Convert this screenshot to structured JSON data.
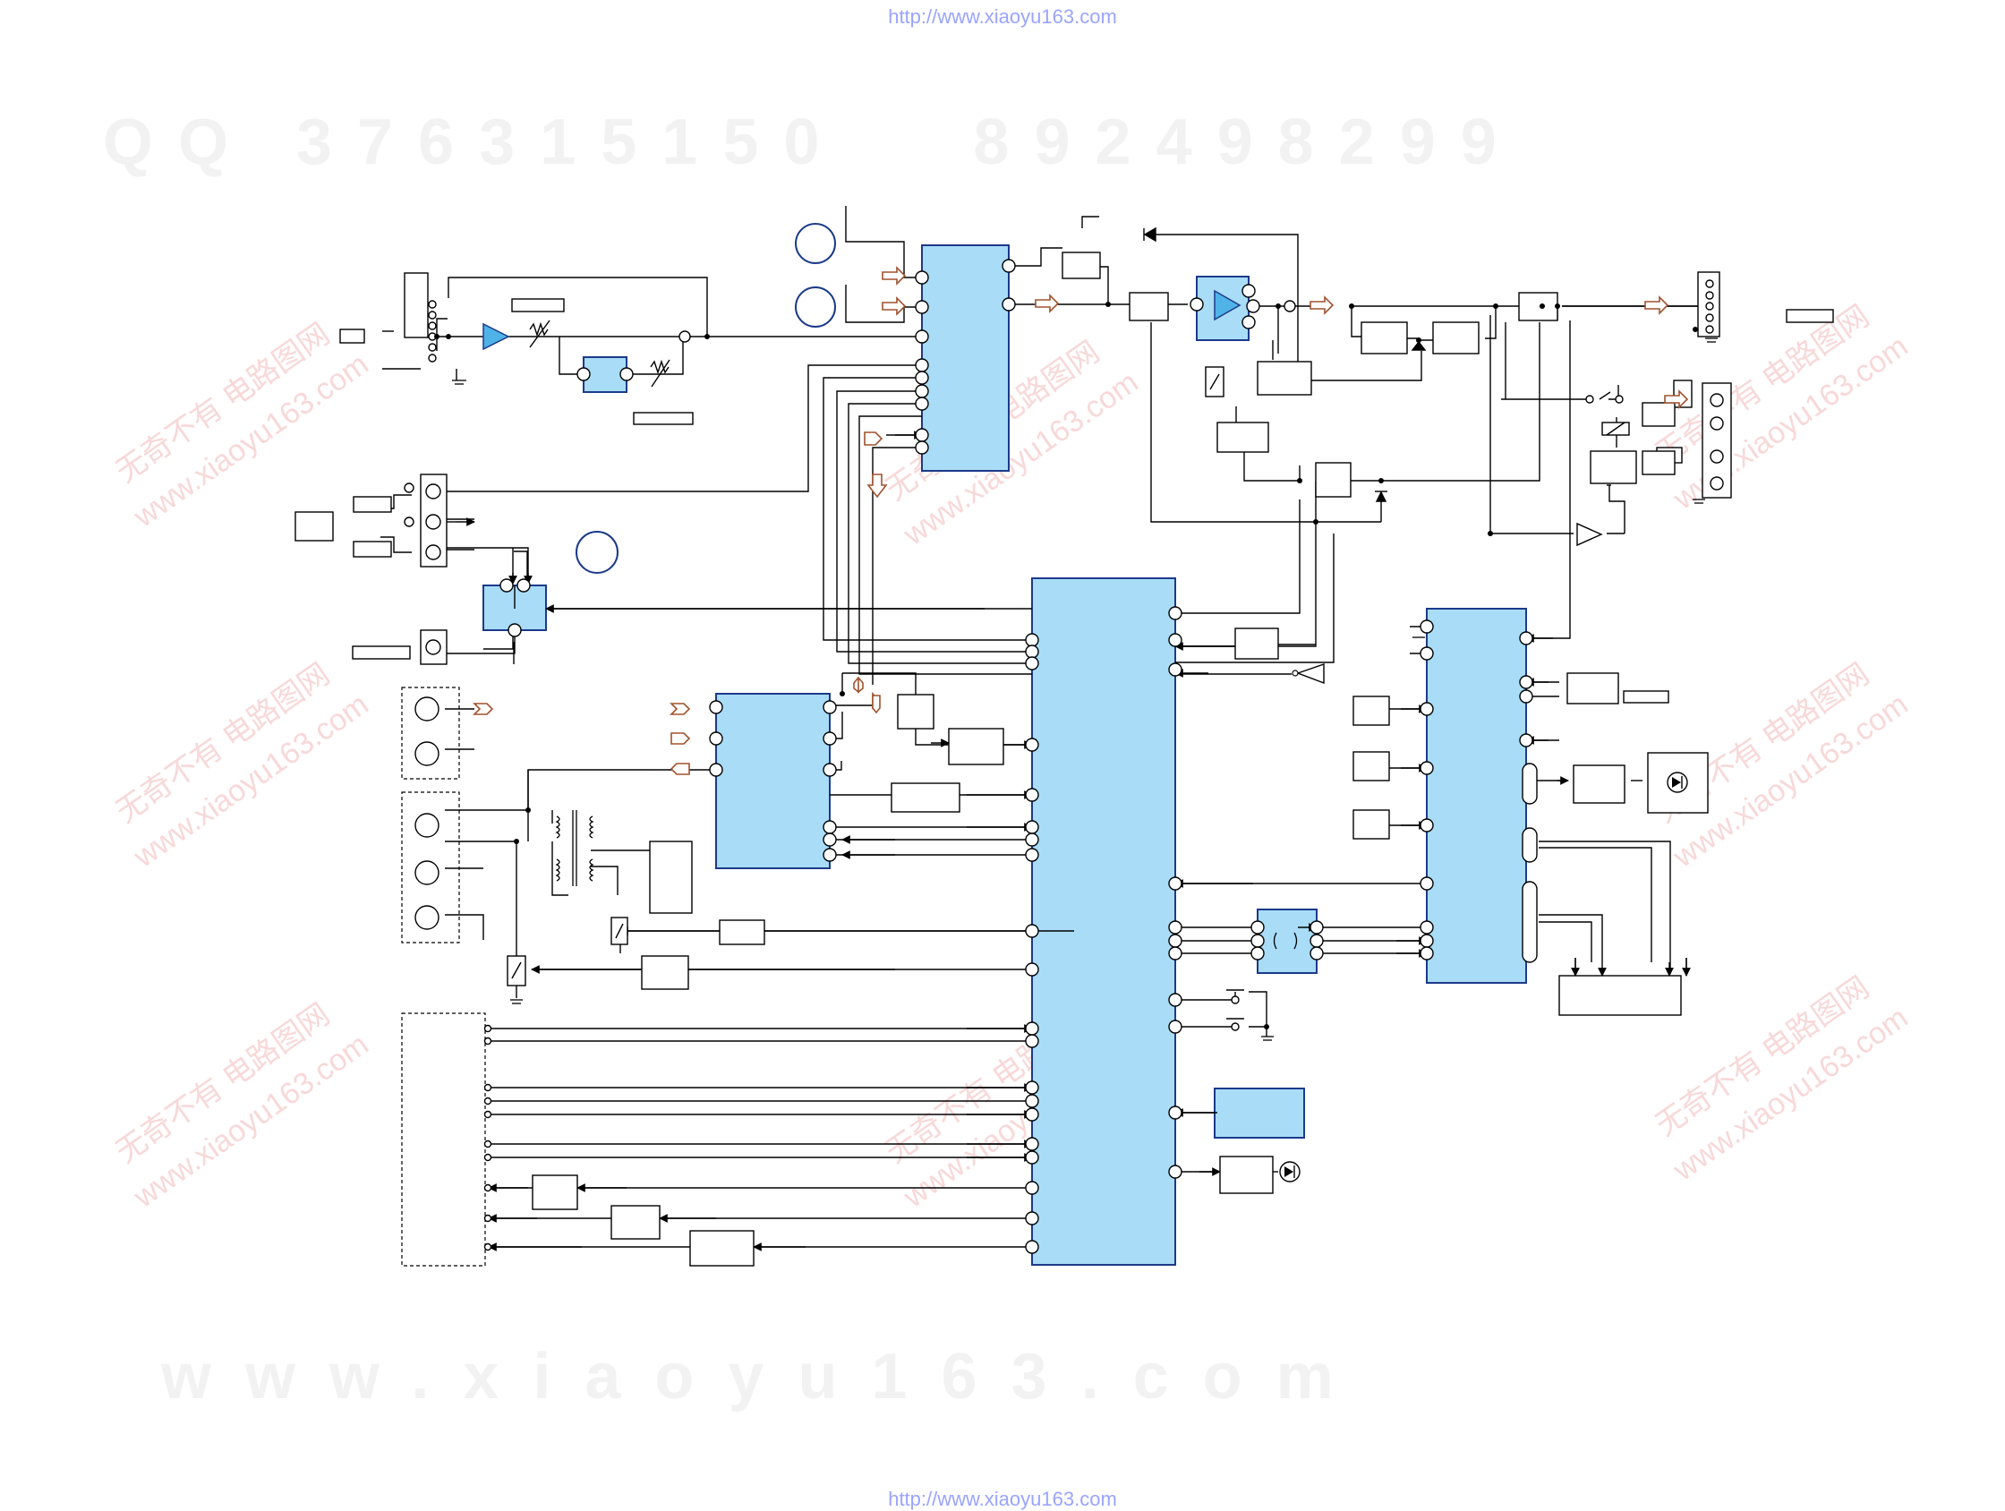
{
  "header": {
    "source_url": "http://www.xiaoyu163.com"
  },
  "footer": {
    "source_url": "http://www.xiaoyu163.com"
  },
  "watermarks": {
    "qq_line": "QQ 376315150   892498299",
    "www_line": "www.xiaoyu163.com",
    "stamp_text_1": "无奇不有 电路图网",
    "stamp_text_2": "www.xiaoyu163.com"
  },
  "colors": {
    "ic_fill": "#a9dcf7",
    "ic_stroke": "#1c3a8a",
    "signal_arrow": "#a0522d",
    "wire": "#000000",
    "watermark": "#f2f2f2",
    "stamp": "#f8d8d8",
    "url": "#9aa4ff"
  }
}
